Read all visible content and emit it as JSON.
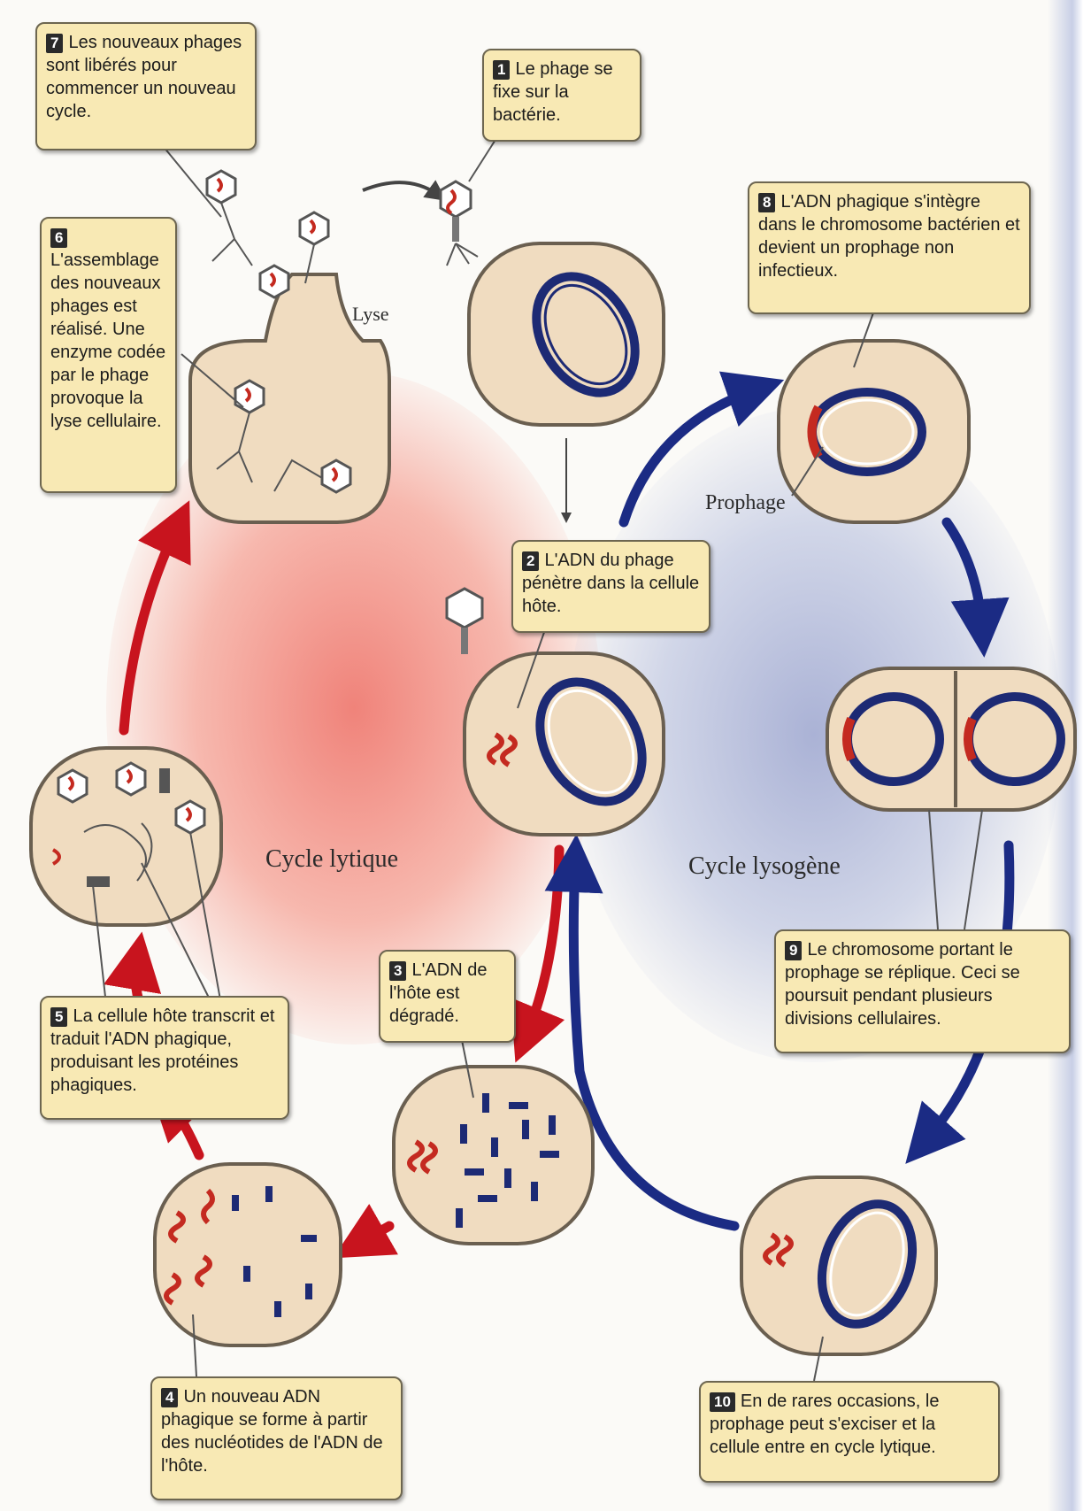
{
  "colors": {
    "dna_host": "#1d2a74",
    "dna_phage": "#c42a20",
    "arrow_lytic": "#c8141e",
    "arrow_lysogenic": "#1b2b84",
    "cell_fill": "#f0dcc0",
    "box_fill": "#f8e9b4"
  },
  "labels": {
    "lytic_cycle": "Cycle lytique",
    "lysogenic_cycle": "Cycle lysogène",
    "lysis": "Lyse",
    "prophage": "Prophage"
  },
  "steps": [
    {
      "num": "1",
      "text": "Le phage se fixe sur la bactérie."
    },
    {
      "num": "2",
      "text": "L'ADN du phage pénètre dans la cellule hôte."
    },
    {
      "num": "3",
      "text": "L'ADN de l'hôte est dégradé."
    },
    {
      "num": "4",
      "text": "Un nouveau ADN phagique se forme à partir des nucléotides de l'ADN de l'hôte."
    },
    {
      "num": "5",
      "text": "La cellule hôte transcrit et traduit l'ADN phagique, produisant les protéines phagiques."
    },
    {
      "num": "6",
      "text": "L'assemblage des nouveaux phages est réalisé. Une enzyme codée par le phage provoque la lyse cellulaire."
    },
    {
      "num": "7",
      "text": "Les nouveaux phages sont libérés pour commencer un nouveau cycle."
    },
    {
      "num": "8",
      "text": "L'ADN phagique s'intègre dans le chromosome bactérien et devient un prophage non infectieux."
    },
    {
      "num": "9",
      "text": "Le chromosome portant le prophage se réplique. Ceci se poursuit pendant plusieurs divisions cellulaires."
    },
    {
      "num": "10",
      "text": "En de rares occasions, le prophage peut s'exciser et la cellule entre en cycle lytique."
    }
  ]
}
